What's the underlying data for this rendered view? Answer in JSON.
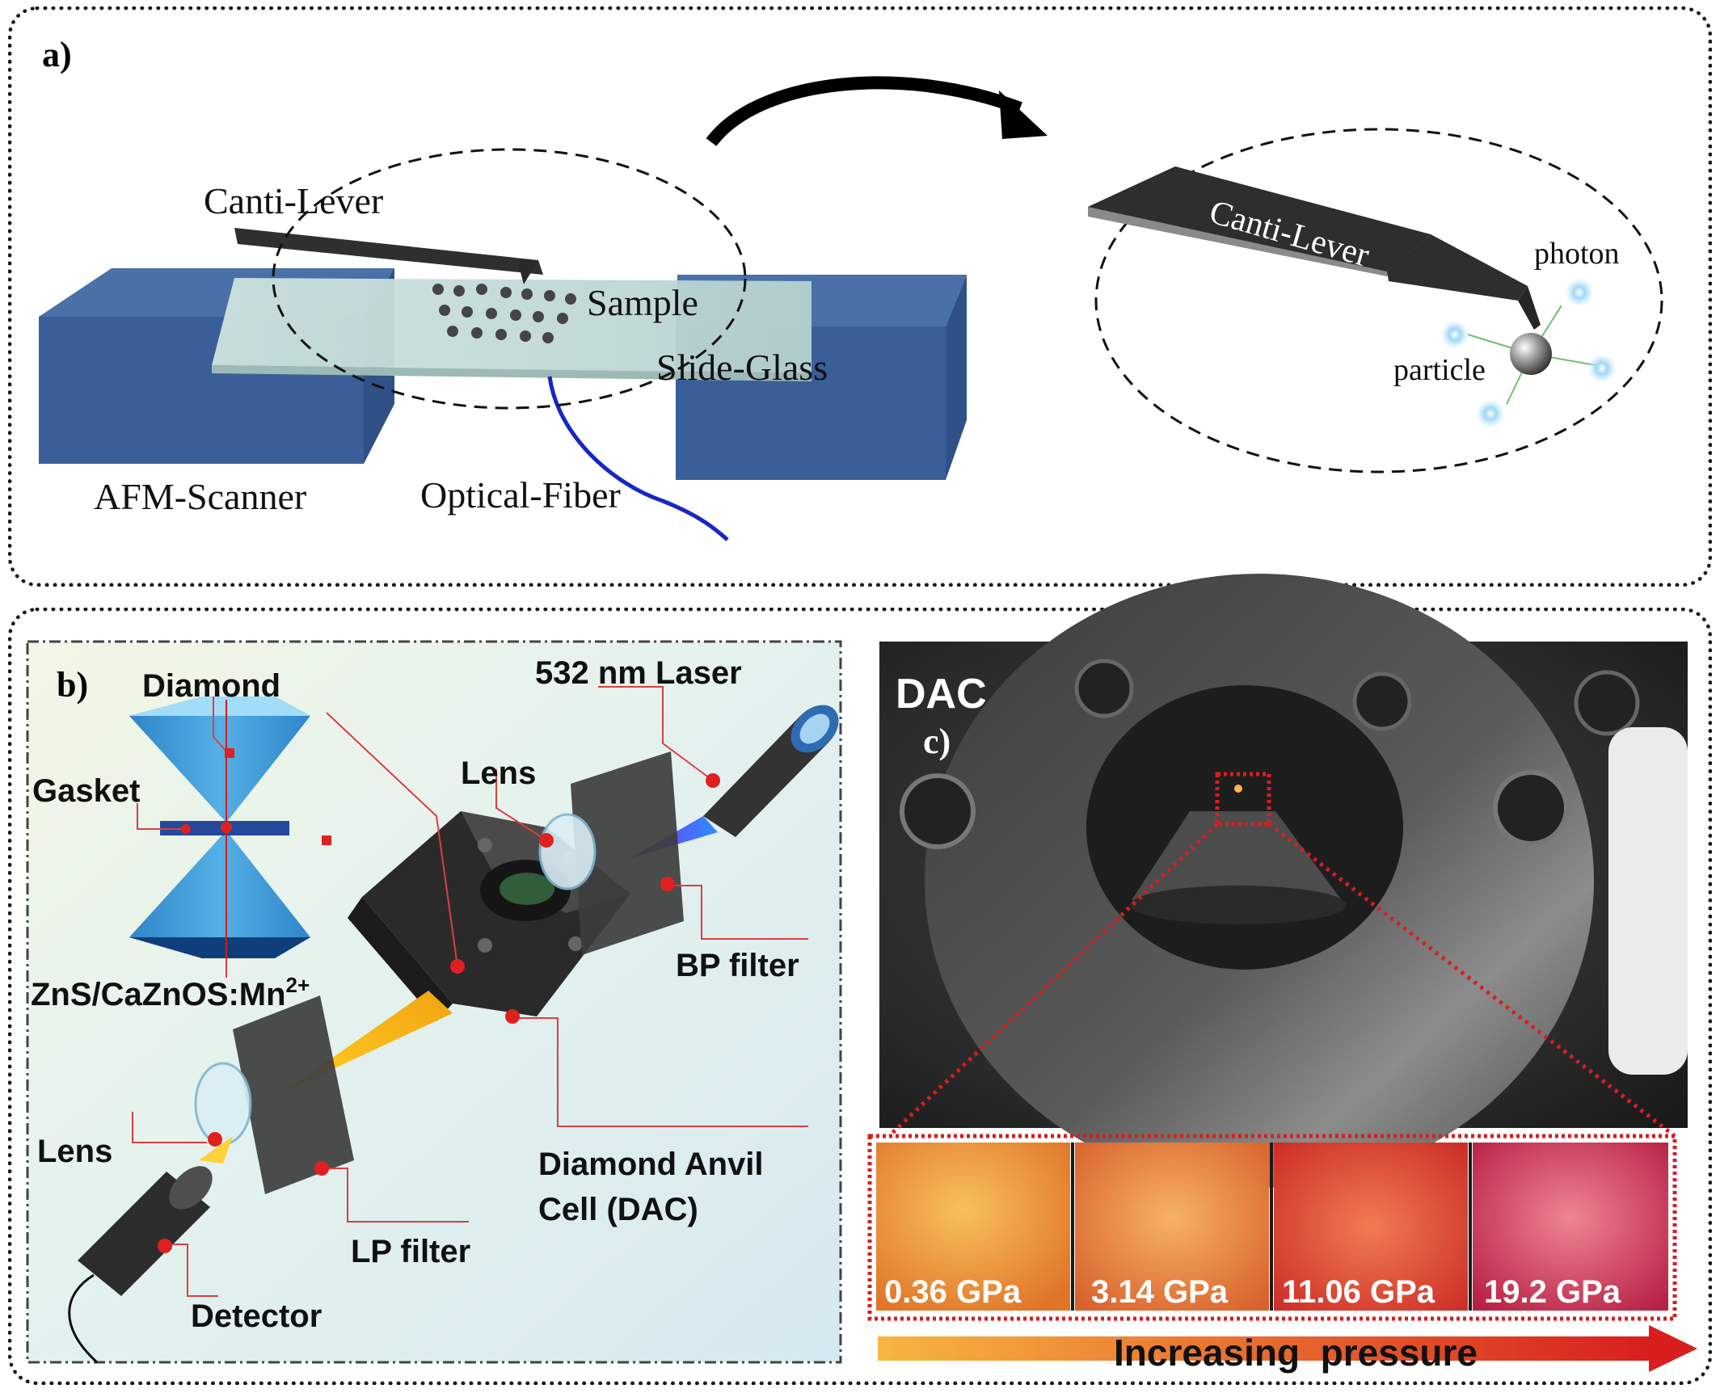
{
  "panel_a": {
    "label": "a)",
    "cantilever_label": "Canti-Lever",
    "sample_label": "Sample",
    "slide_glass_label": "Slide-Glass",
    "afm_scanner_label": "AFM-Scanner",
    "optical_fiber_label": "Optical-Fiber",
    "zoom_cantilever_label": "Canti-Lever",
    "photon_label": "photon",
    "particle_label": "particle"
  },
  "panel_b": {
    "label": "b)",
    "diamond_label": "Diamond",
    "gasket_label": "Gasket",
    "material_label": "ZnS/CaZnOS:Mn",
    "material_superscript": "2+",
    "laser_label": "532 nm Laser",
    "lens_top_label": "Lens",
    "bp_filter_label": "BP filter",
    "lens_bottom_label": "Lens",
    "dac_line1": "Diamond Anvil",
    "dac_line2": "Cell (DAC)",
    "lp_filter_label": "LP filter",
    "detector_label": "Detector"
  },
  "panel_c": {
    "label": "c)",
    "dac_photo_label": "DAC",
    "insets": [
      {
        "pressure": "0.36 GPa",
        "color": "#f2a13a"
      },
      {
        "pressure": "3.14 GPa",
        "color": "#ec8a3a"
      },
      {
        "pressure": "11.06 GPa",
        "color": "#e2452c"
      },
      {
        "pressure": "19.2 GPa",
        "color": "#d8455e"
      }
    ],
    "arrow_label": "Increasing  pressure",
    "colors": {
      "arrow_start": "#f7b640",
      "arrow_end": "#d81e1e",
      "dotted_red": "#d81e1e"
    }
  }
}
